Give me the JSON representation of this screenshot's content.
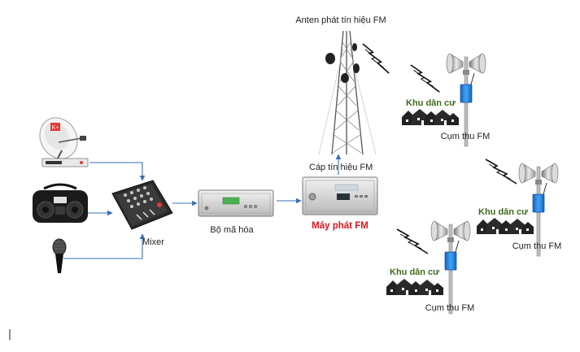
{
  "labels": {
    "antenna": "Anten phát tín hiệu FM",
    "cable": "Cáp tín hiệu FM",
    "transmitter": "Máy phát FM",
    "encoder": "Bộ mã hóa",
    "mixer": "Mixer",
    "residential_1": "Khu dân cư",
    "residential_2": "Khu dân cư",
    "residential_3": "Khu dân cư",
    "receiver_1": "Cụm thu FM",
    "receiver_2": "Cụm thu FM",
    "receiver_3": "Cụm thu FM"
  },
  "icons": {
    "satellite": "satellite-dish-icon",
    "radio": "boombox-radio-icon",
    "microphone": "microphone-icon",
    "mixer": "audio-mixer-icon",
    "encoder": "rack-encoder-icon",
    "transmitter": "rack-transmitter-icon",
    "antenna": "antenna-tower-icon",
    "signal": "lightning-signal-icon",
    "speaker": "horn-speaker-icon",
    "receiver": "fm-receiver-box-icon",
    "houses": "houses-icon"
  },
  "colors": {
    "transmitter_label": "#e0141e",
    "residential_label": "#3f6b1f",
    "receiver_box": "#1e88e5",
    "connector": "#3a6fb0",
    "houses": "#222222"
  }
}
